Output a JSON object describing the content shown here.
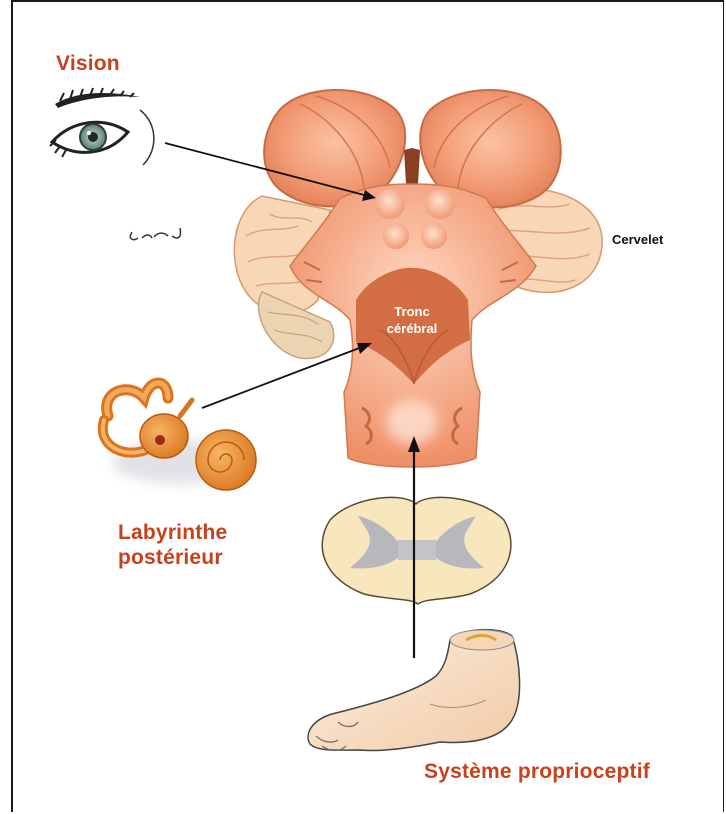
{
  "labels": {
    "vision": "Vision",
    "cervelet": "Cervelet",
    "tronc_line1": "Tronc",
    "tronc_line2": "cérébral",
    "labyrinthe_line1": "Labyrinthe",
    "labyrinthe_line2": "postérieur",
    "systeme": "Système proprioceptif"
  },
  "colors": {
    "label_red": "#c8401c",
    "brain_orange": "#f2a07c",
    "brain_dark": "#d9734c",
    "cerebellum": "#f7d7b8",
    "skin": "#fbe3cc",
    "spinal_cream": "#f8e7bd",
    "spinal_gray": "#b8b8bc",
    "ear_orange": "#e68b34"
  }
}
